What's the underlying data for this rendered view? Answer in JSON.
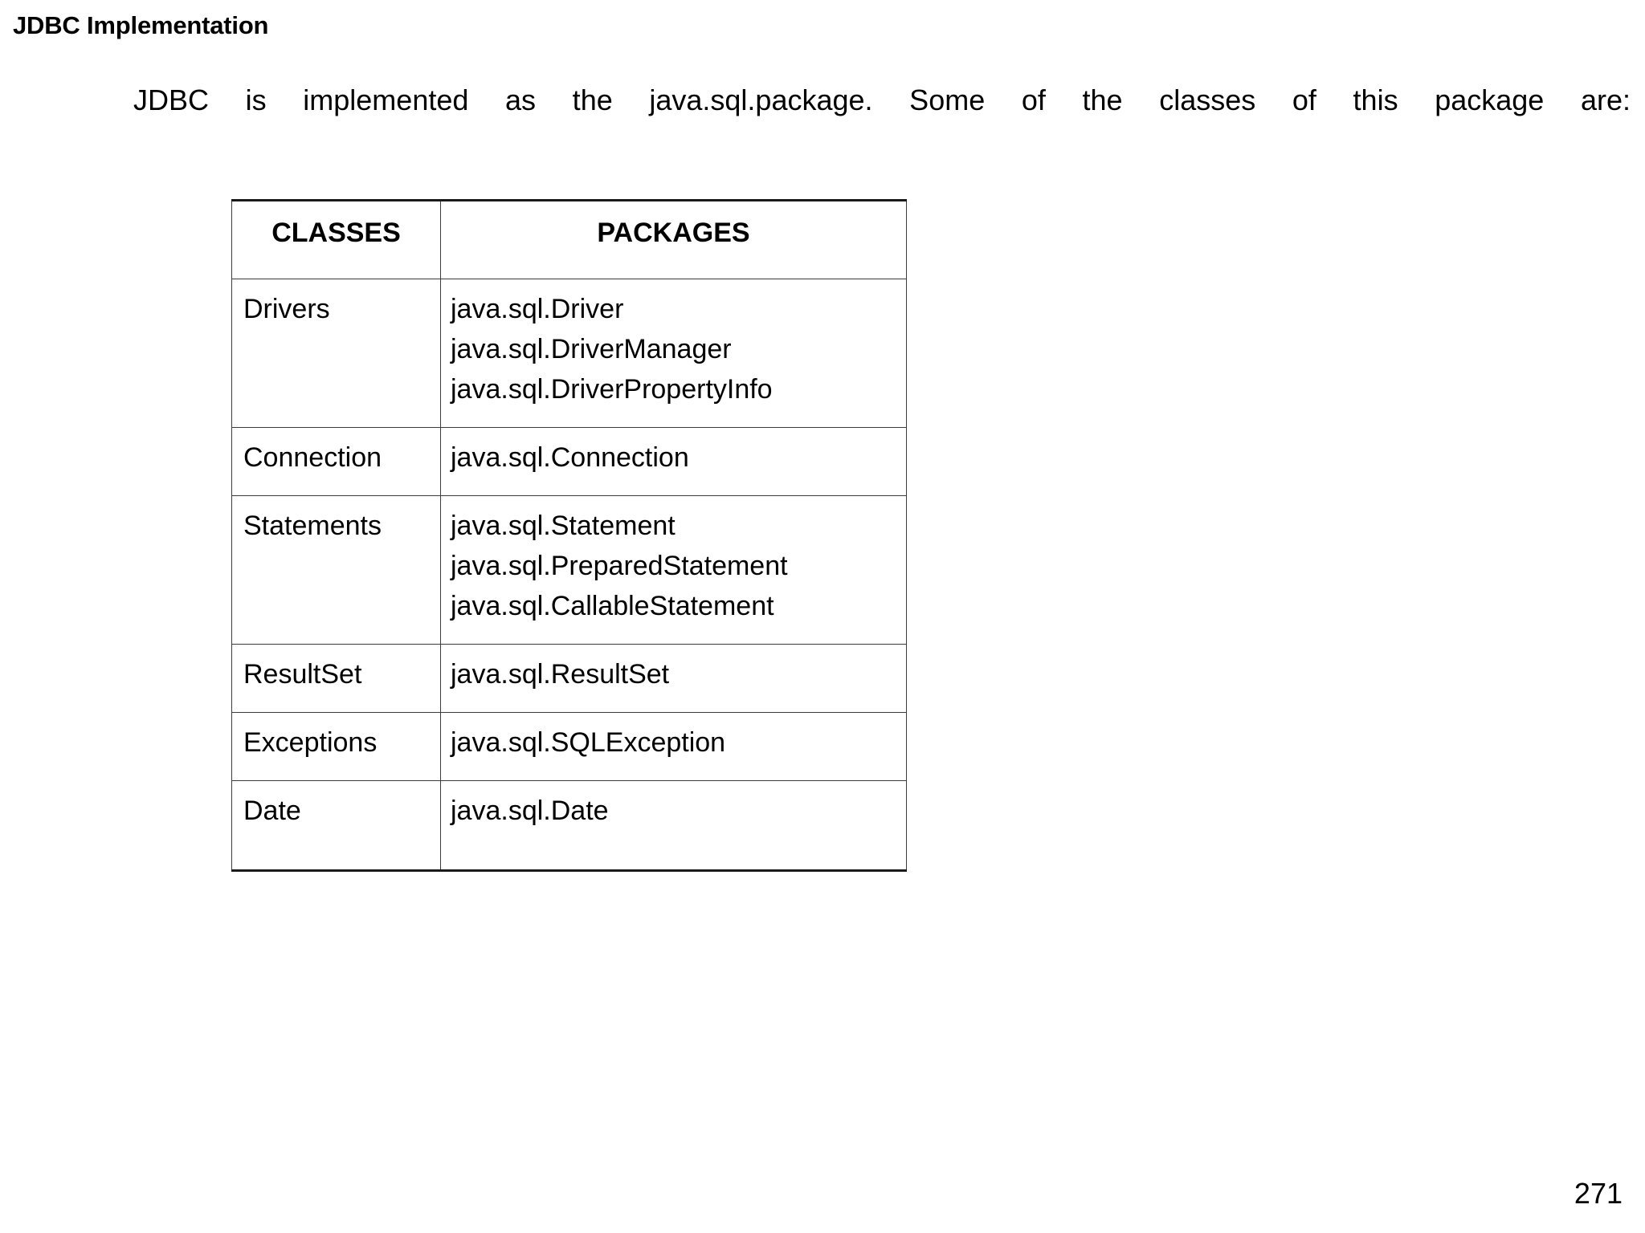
{
  "slide": {
    "title": "JDBC Implementation",
    "paragraph": "JDBC is implemented as the java.sql.package. Some of the classes of this package are:",
    "page_number": "271"
  },
  "table": {
    "columns": [
      "CLASSES",
      "PACKAGES"
    ],
    "rows": [
      {
        "class": "Drivers",
        "packages": [
          "java.sql.Driver",
          "java.sql.DriverManager",
          "java.sql.DriverPropertyInfo"
        ]
      },
      {
        "class": "Connection",
        "packages": [
          "java.sql.Connection"
        ]
      },
      {
        "class": "Statements",
        "packages": [
          "java.sql.Statement",
          "java.sql.PreparedStatement",
          "java.sql.CallableStatement"
        ]
      },
      {
        "class": "ResultSet",
        "packages": [
          "java.sql.ResultSet"
        ]
      },
      {
        "class": "Exceptions",
        "packages": [
          "java.sql.SQLException"
        ]
      },
      {
        "class": "Date",
        "packages": [
          "java.sql.Date"
        ]
      }
    ]
  },
  "colors": {
    "text": "#000000",
    "background": "#ffffff",
    "table_outer_border": "#1a1a1a",
    "table_inner_border": "#3b3b3b"
  }
}
